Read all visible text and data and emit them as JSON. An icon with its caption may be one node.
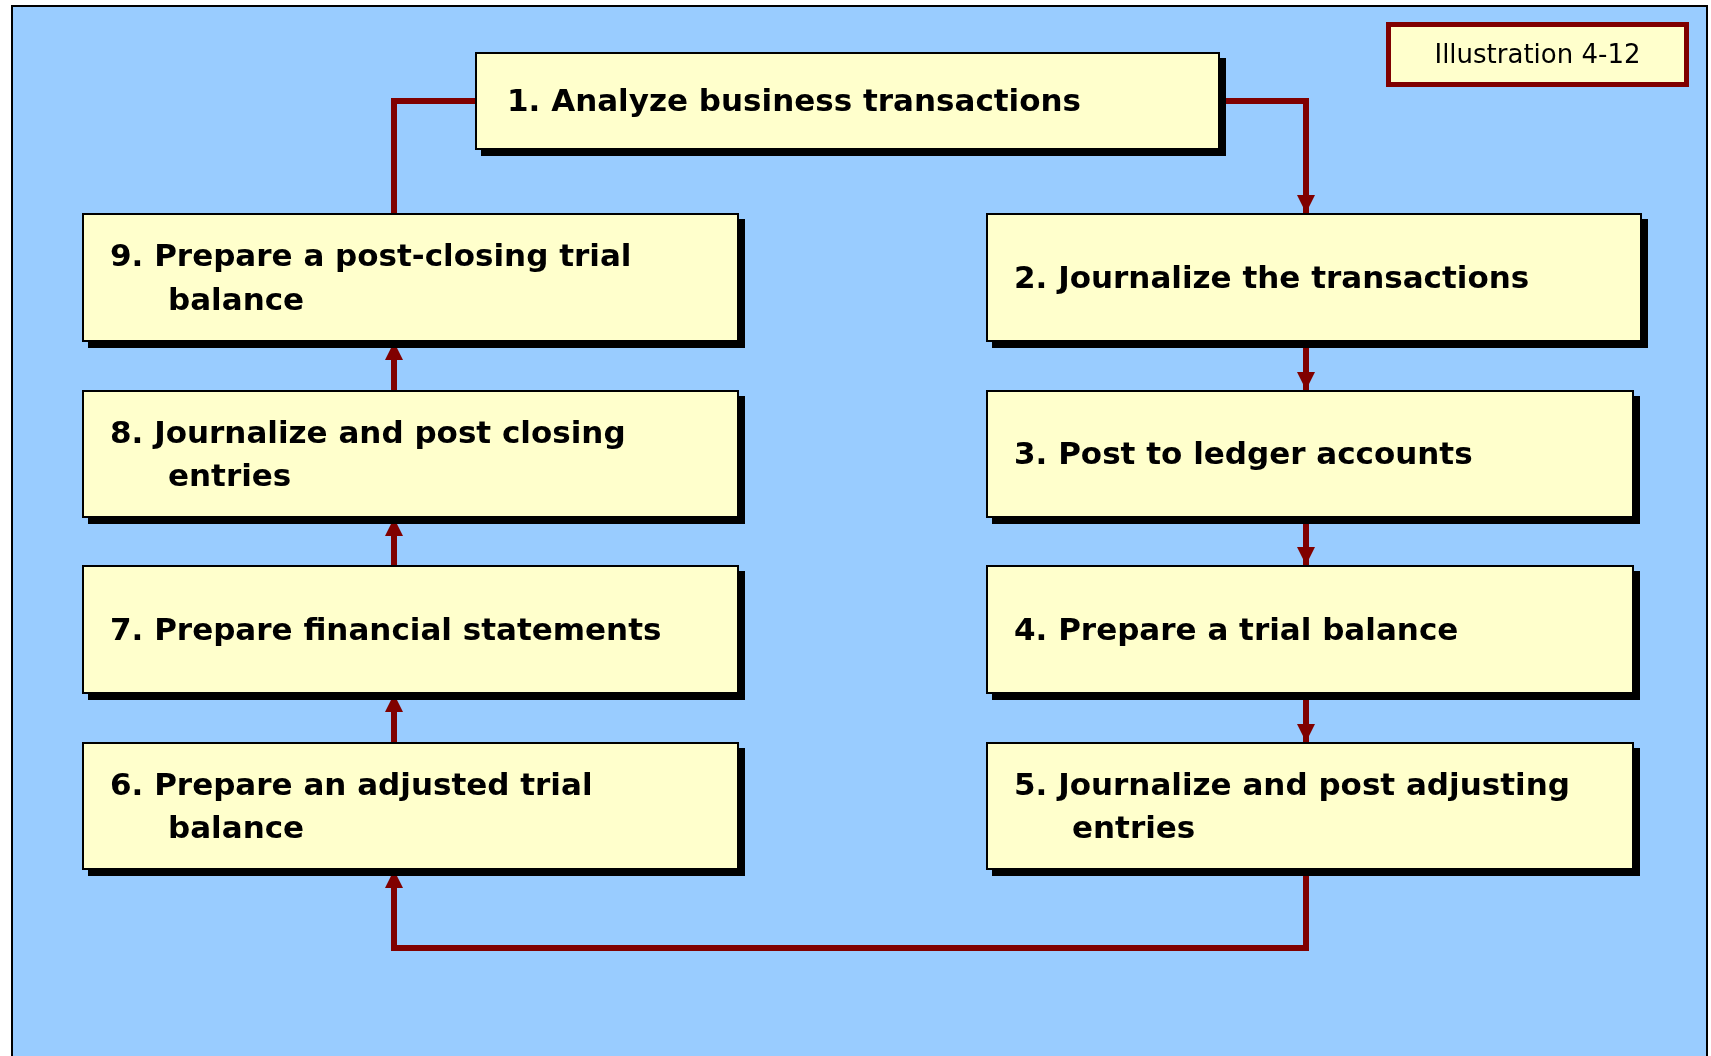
{
  "diagram": {
    "nodes": [
      {
        "text": [
          "1. Analyze business transactions"
        ]
      },
      {
        "text": [
          "2. Journalize the transactions"
        ]
      },
      {
        "text": [
          "3. Post to ledger accounts"
        ]
      },
      {
        "text": [
          "4. Prepare a trial balance"
        ]
      },
      {
        "text": [
          "5. Journalize and post adjusting entries"
        ]
      },
      {
        "text": [
          "6. Prepare an adjusted trial balance"
        ]
      },
      {
        "text": [
          "7. Prepare financial statements"
        ]
      },
      {
        "text": [
          "8. Journalize and post closing entries"
        ]
      },
      {
        "text": [
          "9. Prepare a post-closing trial balance"
        ]
      },
      {
        "text": [
          "Illustration 4-12"
        ]
      }
    ],
    "edges": [
      {
        "from": 0,
        "to": 1,
        "arrow": "to"
      },
      {
        "from": 1,
        "to": 2,
        "arrow": "to"
      },
      {
        "from": 2,
        "to": 3,
        "arrow": "to"
      },
      {
        "from": 3,
        "to": 4,
        "arrow": "to"
      },
      {
        "from": 4,
        "to": 5,
        "arrow": "to"
      },
      {
        "from": 5,
        "to": 6,
        "arrow": "to"
      },
      {
        "from": 6,
        "to": 7,
        "arrow": "to"
      },
      {
        "from": 7,
        "to": 8,
        "arrow": "to"
      },
      {
        "from": 8,
        "to": 0,
        "arrow": "none"
      }
    ]
  }
}
